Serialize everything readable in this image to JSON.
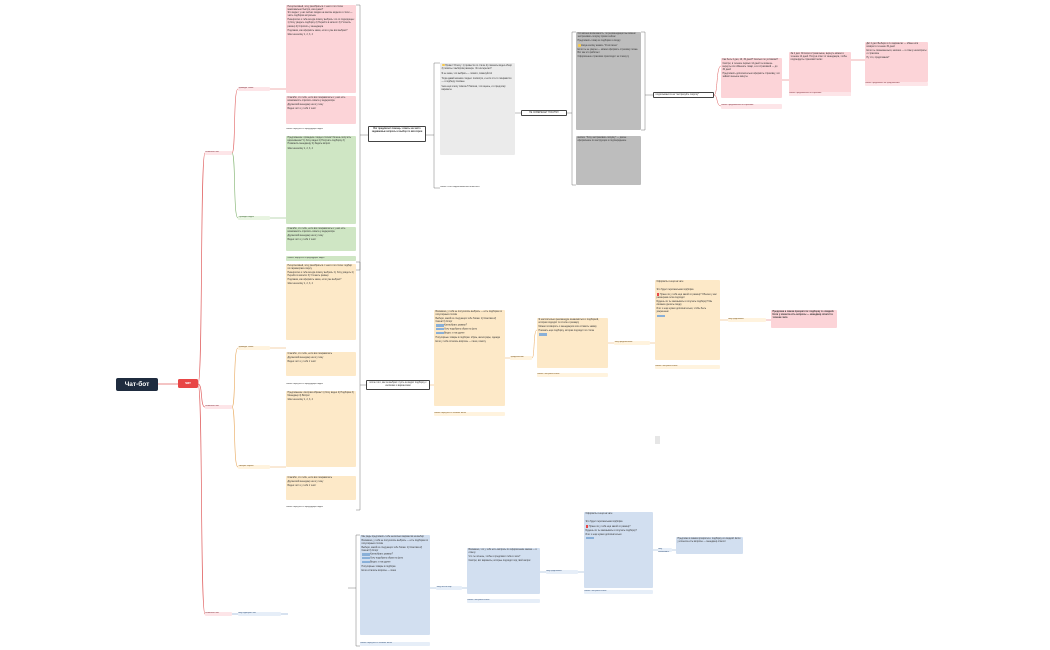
{
  "root": {
    "title": "Чат-бот",
    "badge": "чат"
  },
  "branches": {
    "b1": "написали в чат",
    "b2": "написали в чат",
    "b3": "написали в чат"
  },
  "b1": {
    "bot_label": "Бот предлагает помощь: ответы на часто задаваемые вопросы и выбор по категории",
    "sub1_label": "\"проводит стили\"",
    "sub2_label": "\"Проводит видео\"",
    "no_purchase": "НЕ СОВЕРШАЕТ ПОКУПКУ",
    "offer_label": "подписывается на \"застрахуйте покупку\"",
    "pink_texts": [
      "Нетерпеливый, хочу разобраться с чем-то по стилю максимально быстро, как нужно?",
      "Это видео: у нас сейчас скидки на многие модели и стили — часть подборки актуальна.",
      "Невероятно я тебе всегда помогу выбрать что-то подходящее: 1) Хочу увидеть подборку 2) Перейти в каталог 3) Уточнить размер 4) Спросить у менеджера",
      "Подскажи, как оформить заказ, если я уже всё выбрал?",
      "Жми на кнопку 1, 2, 3, 4",
      "Спасибо, что тебе, если всё понравилось и у нас есть возможность спросить совета у модератора",
      "Дружеский менеджер на эту тему",
      "Видео: вот и у тебя 1 текст",
      "кнопка: вернуться в предыдущее видео"
    ],
    "green_texts": [
      "Предложение: проведем с видео стилем! Хочешь получить вдохновение? 1) Хочу видео 2) Получить подборку 3) Позвонить менеджеру 4) Задать вопрос",
      "Жми на кнопку 1, 2, 3, 4",
      "Спасибо, что тебе, если всё понравилось и у нас есть возможность спросить совета у модератора",
      "Дружеский менеджер на эту тему",
      "Видео: вот и у тебя 1 текст",
      "кнопка: вернуться в предыдущее видео"
    ],
    "gray_texts": [
      "Привет! Я могу: 1) провести по стилю 2) показать видео-обзор 3) помочь с выбором размера. Что интересно?",
      "Я не знаю, что выбрать — помоги, пожалуйста!",
      "Тогда давай начнём с видео: посмотри, и если что-то понравится — я подберу похожее",
      "Чем ещё я могу помочь? Напиши, что ищешь, и я предложу варианты",
      "кнопка: стать подписчиком или отписаться"
    ],
    "dgray_texts": [
      "Оставляем возможность: по рекомендации мы можем застраховать покупку прямо сейчас",
      "Предложить товар из подборки и скидку",
      "Какую кнопку нажать \"Я согласен\"",
      "Если ты не уверен — можно оформить страховку позже. Вот как это работает",
      "Оформление страховки происходит за 1 минуту",
      "кнопка: \"Хочу застраховать покупку\" — далее оформление по инструкции и подтверждение"
    ],
    "offer_texts": [
      "Как быть 2 дня, 10, 30 дней? Сколько по условиям?",
      "Смотри, в течение первых 14 дней ты можешь вернуть или обменять товар, а со страховкой — до 30 дней",
      "Предложить дополнительно оформить страховку, это займёт меньше минуты",
      "кнопка: предложение по страховке"
    ],
    "offer_right": [
      "За 2 дня: Оплата в 2 раза выше, вернуть можно в течение 14 дней. Получи ответ от менеджера, чтобы подтвердить страховой полис",
      "кнопка: предложение по страховке"
    ],
    "offer_far": [
      "Да! 2 дня: Выбери в 2-х вариантах — обмен или возврат в течение 30 дней",
      "Если ты сомневаешься, напиши — я отвечу на вопросы о страховке",
      "Ну что, продолжаем?",
      "кнопка: продолжить по предложению"
    ]
  },
  "b2": {
    "bot_label": "после того, как он выбрал: пусть он видит подборку с кнопками и вариантами",
    "sub1_label": "\"проводит стили\"",
    "sub2_label": "\"смотрит образы\"",
    "pref_label": "\"предпочтения\"",
    "tail_label": "\"хочу предпочтение\"",
    "after_label": "хочу предложить",
    "pink_box": "Предложи в самом приоритете: подборку со скидкой. Если у клиента есть вопросы — менеджер ответит в течение часа",
    "orange_texts": [
      "Нетерпеливый, хочу разобраться с чем-то по стилю: подбор по параметрам и вкусу",
      "Невероятно я тебе всегда помогу выбрать: 1) Хочу увидеть 2) Перейти в каталог 3) Уточнить размер",
      "Подскажи, как оформить заказ, если уже выбрал?",
      "Жми на кнопку 1, 2, 3, 4",
      "Спасибо, что тебе, если всё понравилось",
      "Дружеский менеджер на эту тему",
      "Видео: вот и у тебя 1 текст",
      "кнопка: вернуться в предыдущее видео"
    ],
    "orange_texts2": [
      "Предложение: смотрим образы! 1) Хочу видео 2) Подборка 3) Менеджер 4) Вопрос",
      "Жми на кнопку 1, 2, 3, 4",
      "Спасибо, что тебе, если всё понравилось",
      "Дружеский менеджер на эту тему",
      "Видео: вот и у тебя 1 текст",
      "кнопка: вернуться в предыдущее видео"
    ],
    "middle_texts": [
      "Возможно, у тебя не получилось выбрать — есть подборка по популярным стилям",
      "Выбери, какой из следующих тебе ближе: 1) Классика 2) Casual 3) Спорт",
      "Как выбрать размер?",
      "Хочу подобрать образ по фото",
      "Видео: и так далее",
      "Популярные товары в подборке: обувь, аксессуары, одежда",
      "Если у тебя остались вопросы — пиши, помогу",
      "кнопка: вернуться в главное меню"
    ],
    "right_texts": [
      "Я настоятельно рекомендую ознакомиться с подборкой, которая подходит по стилю и размеру",
      "Можно поговорить с менеджером или оставить заявку",
      "Показать ещё подборку, которая подходит по стилю",
      "кнопка: настроить заказ"
    ],
    "far_texts": [
      "Оформить и ещё на чате",
      "Это будет персональная подборка",
      "Нужен ли у тебя ещё какой-то размер? Обычно у нас размерная сетка подходит",
      "Будешь ли ты заказывать и получать подборку? Мы сможем сделать скидку",
      "Или: и ещё нужно дополнительно, чтобы быть уверенным",
      "кнопка: настроить заказ"
    ]
  },
  "b3": {
    "sub_label": "хочу подобрать чат",
    "mid_label": "\"хочу что-то ещё\"",
    "after_label": "хочу предложить",
    "pink_box": "Предложи в самом приоритете: подборку со скидкой. Если у клиента есть вопросы — менеджер ответит",
    "blue_texts": [
      "Мы рады предложить тебе несколько вариантов на выбор",
      "Возможно, у тебя не получилось выбрать — есть подборка по популярным стилям",
      "Выбери, какой из следующих тебе ближе: 1) Классика 2) Casual 3) Спорт",
      "Как выбрать размер?",
      "Хочу подобрать образ по фото",
      "Видео: и так далее",
      "Популярные товары в подборке",
      "Если остались вопросы — пиши",
      "кнопка: вернуться в главное меню"
    ],
    "mid_texts": [
      "Возможно, что у тебя есть вопросы по оформлению заказа — я отвечу",
      "Что ты хочешь, чтобы я предложил тебе в чате?",
      "Смотри, вот варианты, которые подходят под твой запрос",
      "кнопка: настроить заказ"
    ],
    "right_texts": [
      "Оформить и ещё на чате",
      "Это будет персональная подборка",
      "Нужен ли у тебя ещё какой-то размер?",
      "Будешь ли ты заказывать и получать подборку?",
      "Или: и ещё нужно дополнительно",
      "кнопка: настроить заказ"
    ]
  },
  "colors": {
    "pink": "#fcd4d8",
    "green": "#cfe6c4",
    "orange": "#fde9c8",
    "blue": "#d2dff0",
    "gray": "#ebebeb",
    "dark_gray": "#bdbdbd",
    "root": "#1f2c3f",
    "badge": "#e84646",
    "line_red": "#e06060",
    "line_green": "#7cb06a",
    "line_orange": "#e8a75a",
    "line_blue": "#7aa0cc"
  }
}
